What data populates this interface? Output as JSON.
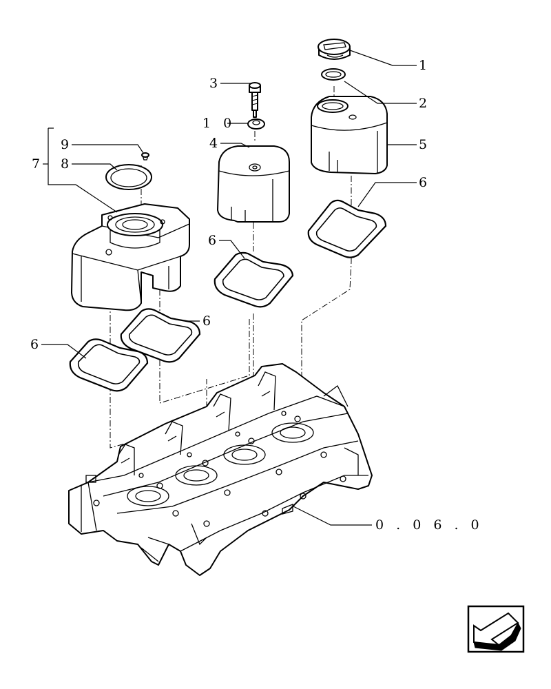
{
  "callouts": {
    "c1": "1",
    "c2": "2",
    "c3": "3",
    "c10": "1 0",
    "c4": "4",
    "c5": "5",
    "c6a": "6",
    "c6b": "6",
    "c6c": "6",
    "c6d": "6",
    "c7": "7",
    "c8": "8",
    "c9": "9",
    "ref": "0 . 0 6 . 0"
  },
  "icons": {
    "nav": "arrow-left-down-icon"
  },
  "colors": {
    "line": "#000000",
    "background": "#ffffff"
  }
}
